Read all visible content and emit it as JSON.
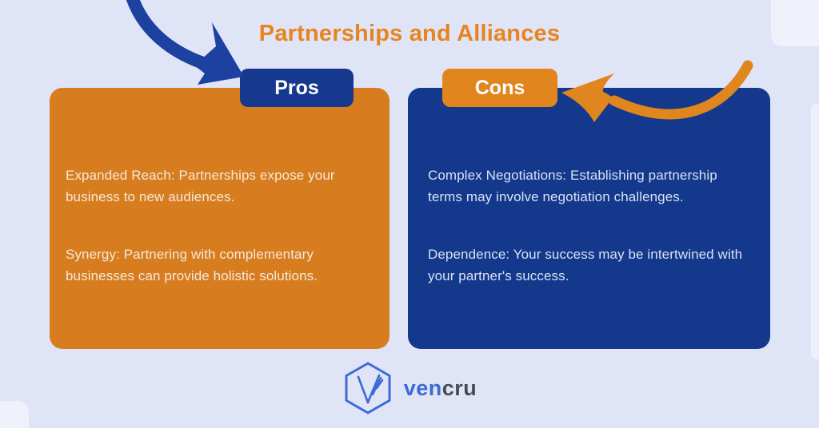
{
  "title": "Partnerships and Alliances",
  "colors": {
    "background": "#dfe4f6",
    "title": "#e8841e",
    "pros_card": "#d87d1f",
    "pros_badge": "#16388f",
    "pros_text": "#f3e8da",
    "cons_card": "#14388c",
    "cons_badge": "#e1861d",
    "cons_text": "#d9e2f4",
    "arrow_blue": "#1d41a0",
    "arrow_orange": "#e0861f",
    "logo_blue": "#3d6ad4",
    "logo_gray": "#4a4a52"
  },
  "pros": {
    "label": "Pros",
    "items": [
      "Expanded Reach: Partnerships expose your business to new audiences.",
      "Synergy: Partnering with complementary businesses can provide holistic solutions."
    ]
  },
  "cons": {
    "label": "Cons",
    "items": [
      "Complex Negotiations: Establishing partnership terms may involve negotiation challenges.",
      "Dependence: Your success may be intertwined with your partner's success."
    ]
  },
  "logo": {
    "brand_first": "ven",
    "brand_rest": "cru"
  }
}
